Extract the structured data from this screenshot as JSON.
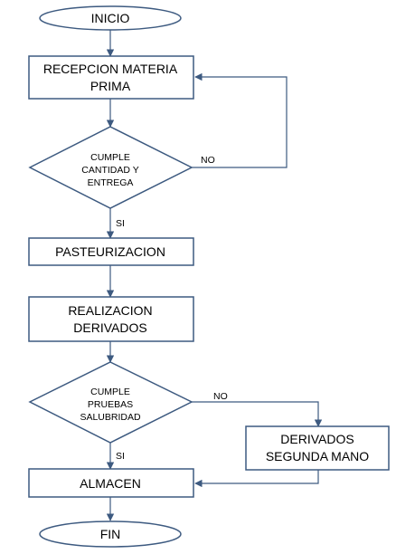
{
  "diagram": {
    "start": "INICIO",
    "step_reception": [
      "RECEPCION MATERIA",
      "PRIMA"
    ],
    "decision_quantity": [
      "CUMPLE",
      "CANTIDAD Y",
      "ENTREGA"
    ],
    "step_pasteurization": "PASTEURIZACION",
    "step_derivatives": [
      "REALIZACION",
      "DERIVADOS"
    ],
    "decision_health": [
      "CUMPLE",
      "PRUEBAS",
      "SALUBRIDAD"
    ],
    "step_second_hand": [
      "DERIVADOS",
      "SEGUNDA MANO"
    ],
    "step_storage": "ALMACEN",
    "end": "FIN",
    "edge_no_1": "NO",
    "edge_yes_1": "SI",
    "edge_no_2": "NO",
    "edge_yes_2": "SI"
  }
}
